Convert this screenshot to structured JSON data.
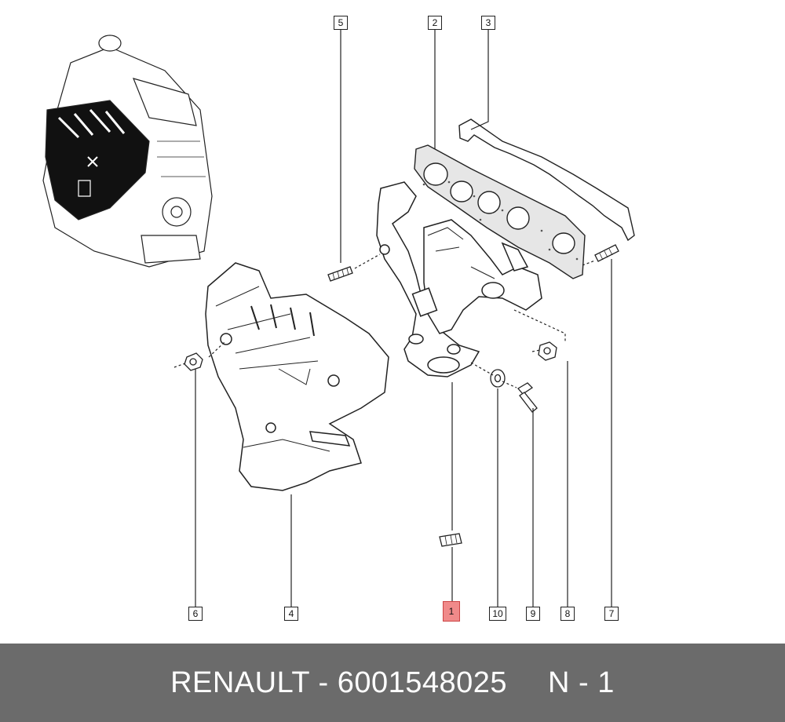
{
  "footer": {
    "part_info": "RENAULT - 6001548025",
    "ref": "N - 1"
  },
  "callouts": {
    "c1": "1",
    "c2": "2",
    "c3": "3",
    "c4": "4",
    "c5": "5",
    "c6": "6",
    "c7": "7",
    "c8": "8",
    "c9": "9",
    "c10": "10"
  },
  "highlight_color": "#f08a8a",
  "footer_color": "#6b6b6b"
}
